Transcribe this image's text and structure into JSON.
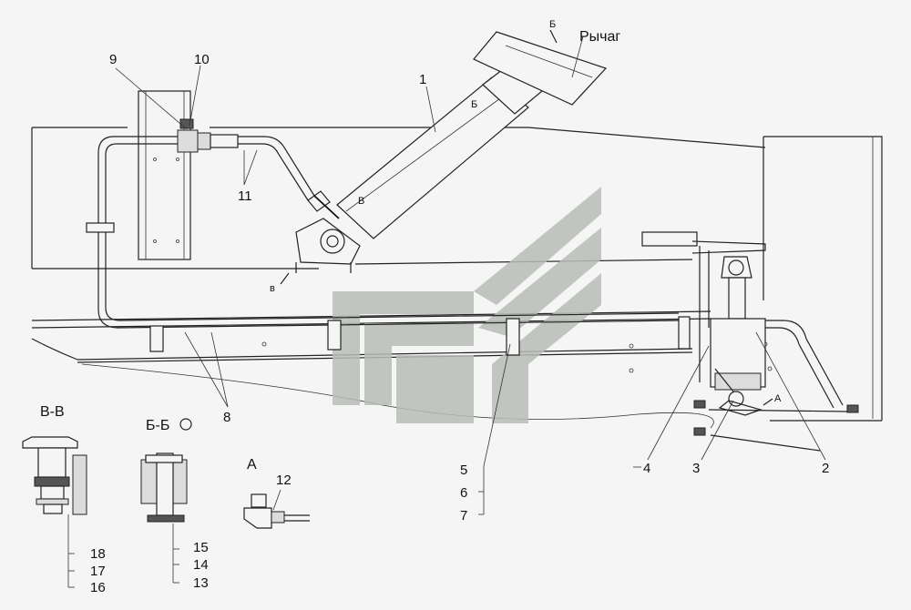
{
  "diagram": {
    "labels": {
      "lever": "Рычаг",
      "n1": "1",
      "n2": "2",
      "n3": "3",
      "n4": "4",
      "n5": "5",
      "n6": "6",
      "n7": "7",
      "n8": "8",
      "n9": "9",
      "n10": "10",
      "n11": "11",
      "n12": "12",
      "n13": "13",
      "n14": "14",
      "n15": "15",
      "n16": "16",
      "n17": "17",
      "n18": "18"
    },
    "section_marks": {
      "b_top": "Б",
      "b_cyl": "Б",
      "v_cyl": "В",
      "v_bottom": "в",
      "a_main": "А"
    },
    "views": {
      "vv_title": "В-В",
      "bb_title": "Б-Б",
      "a_title": "А"
    },
    "watermark": {
      "color": "#b9bdb6"
    }
  }
}
